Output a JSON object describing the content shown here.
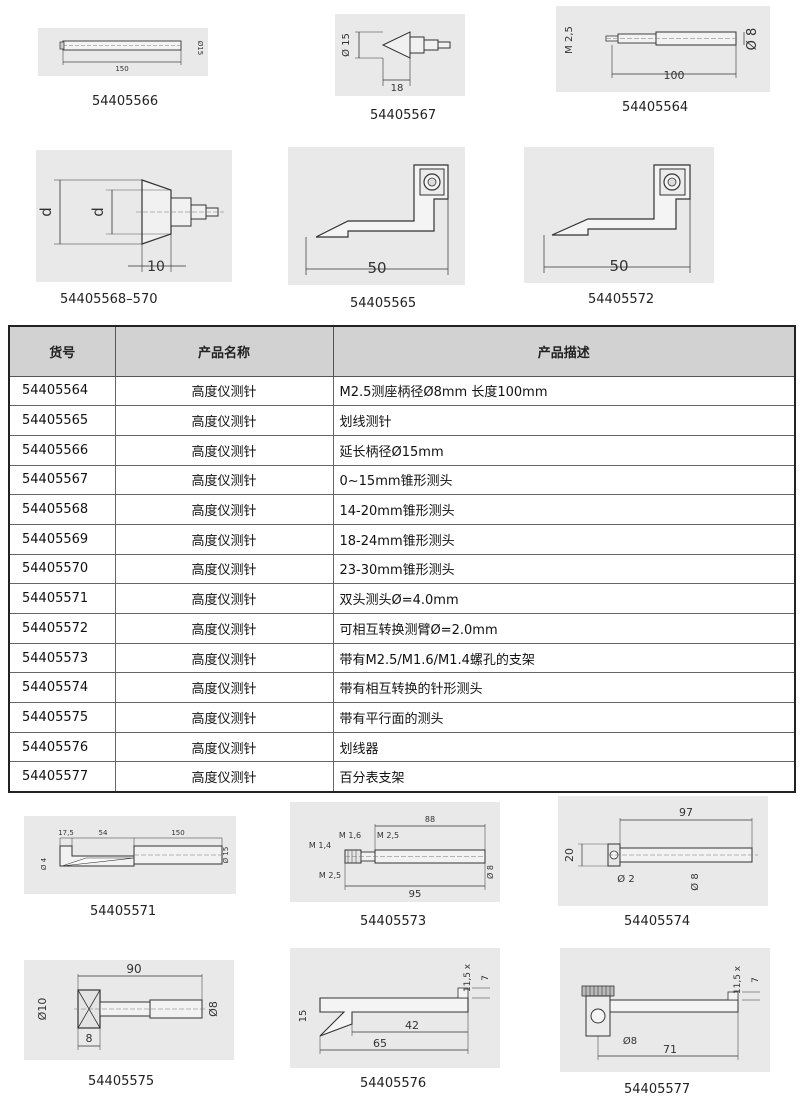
{
  "top_images": [
    {
      "code": "54405566",
      "dims": [
        "150",
        "Ø15"
      ]
    },
    {
      "code": "54405567",
      "dims": [
        "Ø 15",
        "18"
      ]
    },
    {
      "code": "54405564",
      "dims": [
        "M 2,5",
        "100",
        "Ø 8"
      ]
    },
    {
      "code": "54405568–570",
      "dims": [
        "d",
        "d",
        "10"
      ]
    },
    {
      "code": "54405565",
      "dims": [
        "50"
      ]
    },
    {
      "code": "54405572",
      "dims": [
        "50"
      ]
    }
  ],
  "table": {
    "headers": [
      "货号",
      "产品名称",
      "产品描述"
    ],
    "rows": [
      {
        "code": "54405564",
        "name": "高度仪测针",
        "desc": "M2.5测座柄径Ø8mm 长度100mm"
      },
      {
        "code": "54405565",
        "name": "高度仪测针",
        "desc": "划线测针"
      },
      {
        "code": "54405566",
        "name": "高度仪测针",
        "desc": "延长柄径Ø15mm"
      },
      {
        "code": "54405567",
        "name": "高度仪测针",
        "desc": "0~15mm锥形测头"
      },
      {
        "code": "54405568",
        "name": "高度仪测针",
        "desc": "14-20mm锥形测头"
      },
      {
        "code": "54405569",
        "name": "高度仪测针",
        "desc": "18-24mm锥形测头"
      },
      {
        "code": "54405570",
        "name": "高度仪测针",
        "desc": "23-30mm锥形测头"
      },
      {
        "code": "54405571",
        "name": "高度仪测针",
        "desc": "双头测头Ø=4.0mm"
      },
      {
        "code": "54405572",
        "name": "高度仪测针",
        "desc": "可相互转换测臂Ø=2.0mm"
      },
      {
        "code": "54405573",
        "name": "高度仪测针",
        "desc": "带有M2.5/M1.6/M1.4螺孔的支架"
      },
      {
        "code": "54405574",
        "name": "高度仪测针",
        "desc": "带有相互转换的针形测头"
      },
      {
        "code": "54405575",
        "name": "高度仪测针",
        "desc": "带有平行面的测头"
      },
      {
        "code": "54405576",
        "name": "高度仪测针",
        "desc": "划线器"
      },
      {
        "code": "54405577",
        "name": "高度仪测针",
        "desc": "百分表支架"
      }
    ]
  },
  "bottom_images": [
    {
      "code": "54405571",
      "dims": [
        "17,5",
        "54",
        "150",
        "Ø 4",
        "Ø 15"
      ]
    },
    {
      "code": "54405573",
      "dims": [
        "88",
        "M 1,6",
        "M 2,5",
        "M 1,4",
        "M 2,5",
        "95",
        "Ø 8"
      ]
    },
    {
      "code": "54405574",
      "dims": [
        "97",
        "20",
        "Ø 2",
        "Ø 8"
      ]
    },
    {
      "code": "54405575",
      "dims": [
        "90",
        "Ø10",
        "8",
        "Ø8"
      ]
    },
    {
      "code": "54405576",
      "dims": [
        "11,5 x",
        "7",
        "15",
        "42",
        "65"
      ]
    },
    {
      "code": "54405577",
      "dims": [
        "11,5 x",
        "7",
        "Ø8",
        "71"
      ]
    }
  ]
}
